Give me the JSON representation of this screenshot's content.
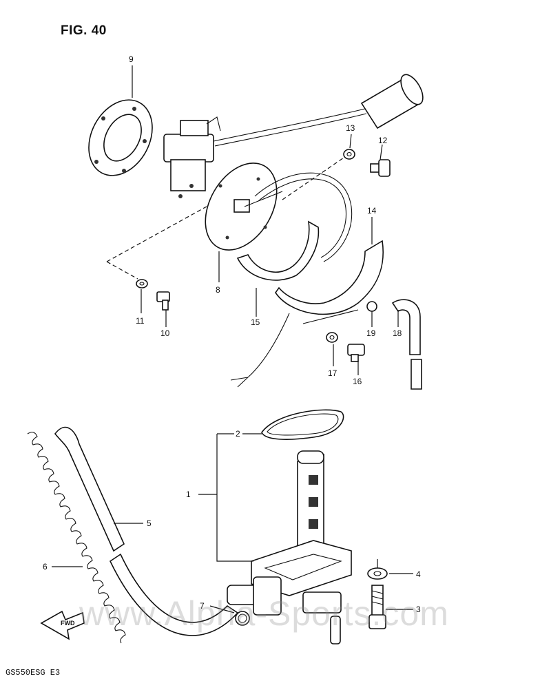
{
  "figure": {
    "title": "FIG. 40",
    "model_code": "GS550ESG E3",
    "watermark": "www.Alpha-Sports.com",
    "fwd_mark": "FWD"
  },
  "callouts": [
    {
      "id": "1",
      "label": "1"
    },
    {
      "id": "2",
      "label": "2"
    },
    {
      "id": "3",
      "label": "3"
    },
    {
      "id": "4",
      "label": "4"
    },
    {
      "id": "5",
      "label": "5"
    },
    {
      "id": "6",
      "label": "6"
    },
    {
      "id": "7",
      "label": "7"
    },
    {
      "id": "8",
      "label": "8"
    },
    {
      "id": "9",
      "label": "9"
    },
    {
      "id": "10",
      "label": "10"
    },
    {
      "id": "11",
      "label": "11"
    },
    {
      "id": "12",
      "label": "12"
    },
    {
      "id": "13",
      "label": "13"
    },
    {
      "id": "14",
      "label": "14"
    },
    {
      "id": "15",
      "label": "15"
    },
    {
      "id": "16",
      "label": "16"
    },
    {
      "id": "17",
      "label": "17"
    },
    {
      "id": "18",
      "label": "18"
    },
    {
      "id": "19",
      "label": "19"
    }
  ]
}
